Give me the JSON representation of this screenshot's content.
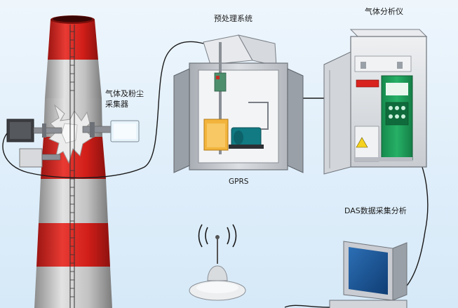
{
  "labels": {
    "sampler": "气体及粉尘采集器",
    "pretreatment": "预处理系统",
    "analyzer": "气体分析仪",
    "gprs": "GPRS",
    "das": "DAS数据采集分析"
  },
  "colors": {
    "background": "#e4f0fa",
    "chimney_red": "#d8231f",
    "chimney_gray": "#b9b9b9",
    "cable": "#1a1a1a",
    "cabinet": "#c9ccd2",
    "analyzer_panel_green": "#1e9e5a",
    "pump_teal": "#117a82",
    "box_orange": "#f3b43c"
  },
  "icons": {
    "chimney": "smokestack-icon",
    "probe": "sampling-probe-icon",
    "cabinet": "pretreatment-cabinet-icon",
    "analyzer": "gas-analyzer-icon",
    "router": "wireless-router-icon",
    "computer": "computer-icon",
    "warning": "warning-triangle-icon"
  }
}
